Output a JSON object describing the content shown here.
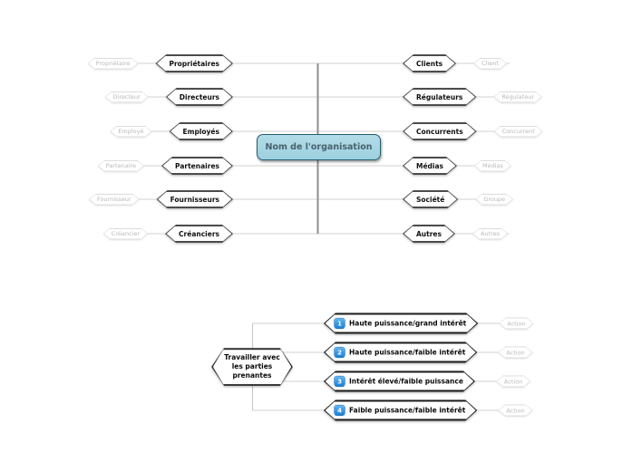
{
  "canvas": {
    "background": "#ffffff"
  },
  "org_map": {
    "center_label": "Nom de l'organisation",
    "rows": [
      {
        "left_sub": "Propriétaire",
        "left_main": "Propriétaires",
        "right_main": "Clients",
        "right_sub": "Client"
      },
      {
        "left_sub": "Directeur",
        "left_main": "Directeurs",
        "right_main": "Régulateurs",
        "right_sub": "Régulateur"
      },
      {
        "left_sub": "Employé",
        "left_main": "Employés",
        "right_main": "Concurrents",
        "right_sub": "Concurrent"
      },
      {
        "left_sub": "Partenaire",
        "left_main": "Partenaires",
        "right_main": "Médias",
        "right_sub": "Médias"
      },
      {
        "left_sub": "Fournisseur",
        "left_main": "Fournisseurs",
        "right_main": "Société",
        "right_sub": "Groupe"
      },
      {
        "left_sub": "Créancier",
        "left_main": "Créanciers",
        "right_main": "Autres",
        "right_sub": "Autres"
      }
    ]
  },
  "engagement_map": {
    "parent_lines": [
      "Travailler avec",
      "les parties",
      "prenantes"
    ],
    "children": [
      {
        "num": "1",
        "label": "Haute puissance/grand intérêt",
        "action": "Action"
      },
      {
        "num": "2",
        "label": "Haute puissance/faible intérêt",
        "action": "Action"
      },
      {
        "num": "3",
        "label": "Intérêt élevé/faible puissance",
        "action": "Action"
      },
      {
        "num": "4",
        "label": "Faible puissance/faible intérêt",
        "action": "Action"
      }
    ]
  },
  "colors": {
    "canvas_bg": "#ffffff",
    "center_fill": "#a8d6e2",
    "center_border": "#235f70",
    "center_text": "#47626e",
    "badge_blue": "#2491e8",
    "main_border": "#4c4c4c",
    "sub_border": "#dcdcdc",
    "sub_text": "#b9b9b9",
    "branch_line": "#d2d2d2",
    "spine_top": "#8f8f8f",
    "spine_bottom": "#c9c9c9"
  }
}
